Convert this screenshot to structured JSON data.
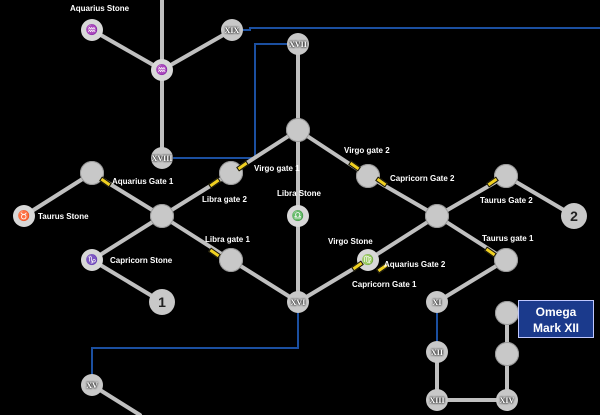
{
  "labels": {
    "aquarius_stone": "Aquarius Stone",
    "aquarius_gate_1": "Aquarius Gate 1",
    "taurus_stone": "Taurus Stone",
    "capricorn_stone": "Capricorn Stone",
    "virgo_gate_1": "Virgo gate 1",
    "libra_gate_2": "Libra gate 2",
    "libra_stone": "Libra Stone",
    "libra_gate_1": "Libra gate 1",
    "virgo_gate_2": "Virgo gate 2",
    "capricorn_gate_2": "Capricorn Gate 2",
    "taurus_gate_2": "Taurus Gate 2",
    "taurus_gate_1": "Taurus gate 1",
    "virgo_stone": "Virgo Stone",
    "aquarius_gate_2": "Aquarius Gate 2",
    "capricorn_gate_1": "Capricorn Gate 1"
  },
  "roman": {
    "xix": "XIX",
    "xvii": "XVII",
    "xviii": "XVIII",
    "xvi": "XVI",
    "xi": "XI",
    "xii": "XII",
    "xiii": "XIII",
    "xiv": "XIV",
    "xv": "XV"
  },
  "numbers": {
    "one": "1",
    "two": "2"
  },
  "omega": {
    "line1": "Omega",
    "line2": "Mark XII"
  },
  "glyphs": {
    "aquarius": "♒",
    "taurus": "♉",
    "capricorn": "♑",
    "libra": "♎",
    "virgo": "♍",
    "hub": "♒"
  },
  "colors": {
    "connector_blue": "#1b4fa0",
    "path_gray": "#c0c0c0",
    "gate_yellow": "#f0d020",
    "omega_blue": "#1b3a8c"
  }
}
